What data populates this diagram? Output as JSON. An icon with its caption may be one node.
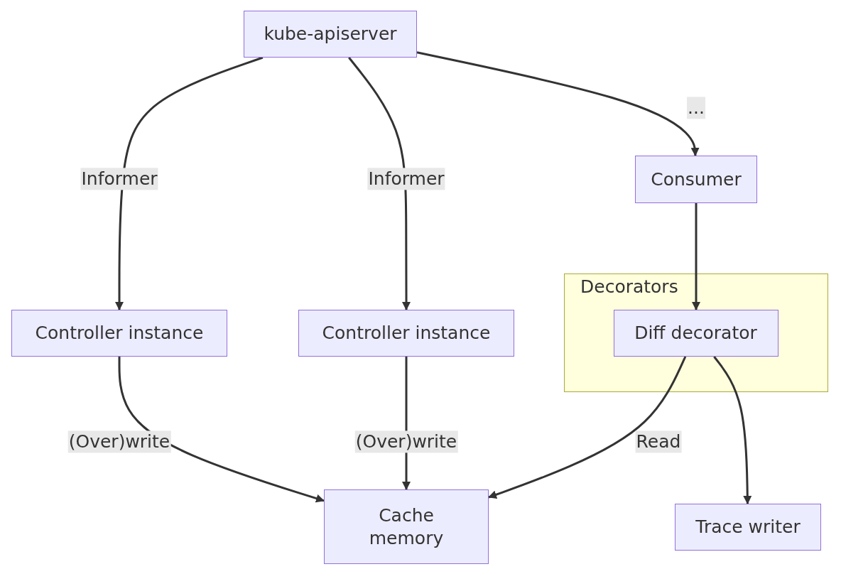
{
  "diagram": {
    "nodes": [
      {
        "text": [
          "kube-apiserver"
        ]
      },
      {
        "text": [
          "Consumer"
        ]
      },
      {
        "text": [
          "Controller instance"
        ]
      },
      {
        "text": [
          "Controller instance"
        ]
      },
      {
        "text": [
          "Decorators"
        ]
      },
      {
        "text": [
          "Diff decorator"
        ],
        "in": 4
      },
      {
        "text": [
          "Cache",
          "memory"
        ]
      },
      {
        "text": [
          "Trace writer"
        ]
      }
    ],
    "edges": [
      {
        "from": 0,
        "to": 2,
        "arrow": "to",
        "label": "Informer"
      },
      {
        "from": 0,
        "to": 3,
        "arrow": "to",
        "label": "Informer"
      },
      {
        "from": 0,
        "to": 1,
        "arrow": "to",
        "label": "..."
      },
      {
        "from": 1,
        "to": 5,
        "arrow": "to"
      },
      {
        "from": 2,
        "to": 6,
        "arrow": "to",
        "label": "(Over)write"
      },
      {
        "from": 3,
        "to": 6,
        "arrow": "to",
        "label": "(Over)write"
      },
      {
        "from": 5,
        "to": 6,
        "arrow": "to",
        "label": "Read"
      },
      {
        "from": 5,
        "to": 7,
        "arrow": "to"
      }
    ]
  }
}
